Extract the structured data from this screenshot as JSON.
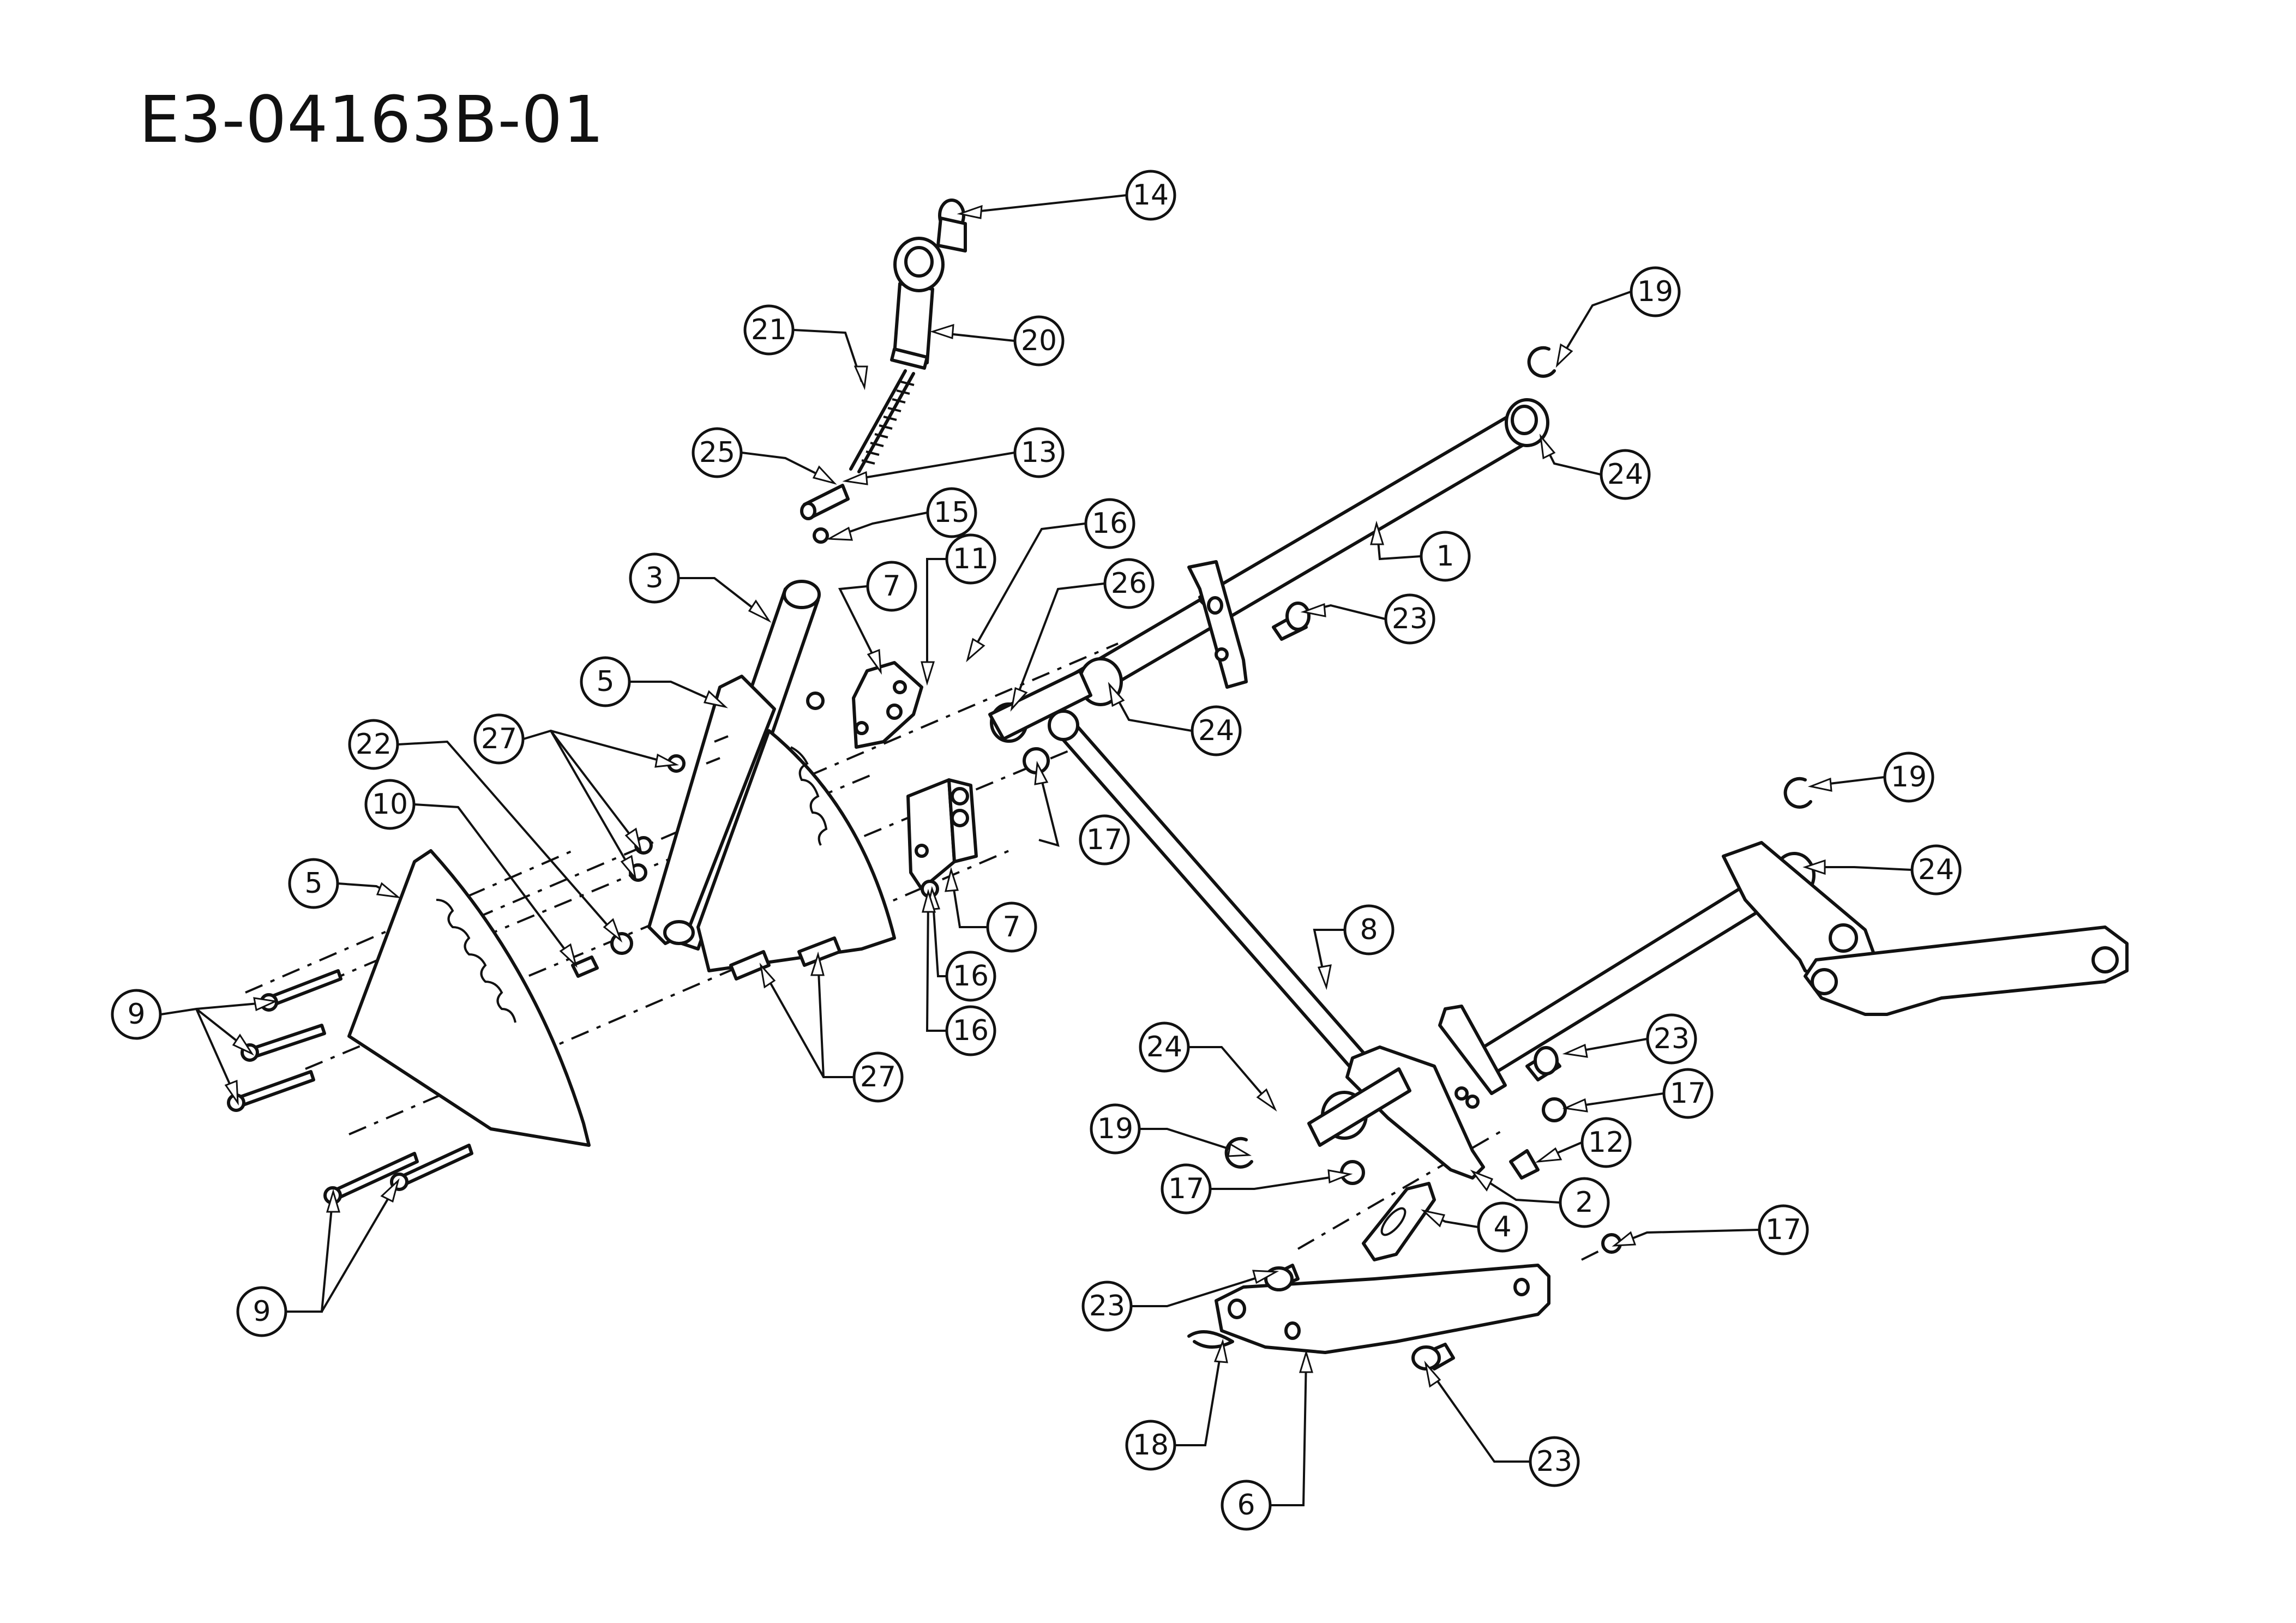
{
  "title": "E3-04163B-01",
  "callouts": [
    {
      "id": "c14",
      "label": "14"
    },
    {
      "id": "c20",
      "label": "20"
    },
    {
      "id": "c21",
      "label": "21"
    },
    {
      "id": "c25",
      "label": "25"
    },
    {
      "id": "c13",
      "label": "13"
    },
    {
      "id": "c15",
      "label": "15"
    },
    {
      "id": "c19a",
      "label": "19"
    },
    {
      "id": "c24a",
      "label": "24"
    },
    {
      "id": "c1",
      "label": "1"
    },
    {
      "id": "c3",
      "label": "3"
    },
    {
      "id": "c7a",
      "label": "7"
    },
    {
      "id": "c11",
      "label": "11"
    },
    {
      "id": "c16a",
      "label": "16"
    },
    {
      "id": "c26",
      "label": "26"
    },
    {
      "id": "c23a",
      "label": "23"
    },
    {
      "id": "c24b",
      "label": "24"
    },
    {
      "id": "c5a",
      "label": "5"
    },
    {
      "id": "c27a",
      "label": "27"
    },
    {
      "id": "c22",
      "label": "22"
    },
    {
      "id": "c10",
      "label": "10"
    },
    {
      "id": "c5b",
      "label": "5"
    },
    {
      "id": "c9a",
      "label": "9"
    },
    {
      "id": "c17a",
      "label": "17"
    },
    {
      "id": "c19b",
      "label": "19"
    },
    {
      "id": "c24c",
      "label": "24"
    },
    {
      "id": "c7b",
      "label": "7"
    },
    {
      "id": "c16b",
      "label": "16"
    },
    {
      "id": "c16c",
      "label": "16"
    },
    {
      "id": "c8",
      "label": "8"
    },
    {
      "id": "c27b",
      "label": "27"
    },
    {
      "id": "c24d",
      "label": "24"
    },
    {
      "id": "c23b",
      "label": "23"
    },
    {
      "id": "c17b",
      "label": "17"
    },
    {
      "id": "c19c",
      "label": "19"
    },
    {
      "id": "c17c",
      "label": "17"
    },
    {
      "id": "c12",
      "label": "12"
    },
    {
      "id": "c2",
      "label": "2"
    },
    {
      "id": "c4",
      "label": "4"
    },
    {
      "id": "c9b",
      "label": "9"
    },
    {
      "id": "c17d",
      "label": "17"
    },
    {
      "id": "c23c",
      "label": "23"
    },
    {
      "id": "c18",
      "label": "18"
    },
    {
      "id": "c23d",
      "label": "23"
    },
    {
      "id": "c6",
      "label": "6"
    }
  ]
}
